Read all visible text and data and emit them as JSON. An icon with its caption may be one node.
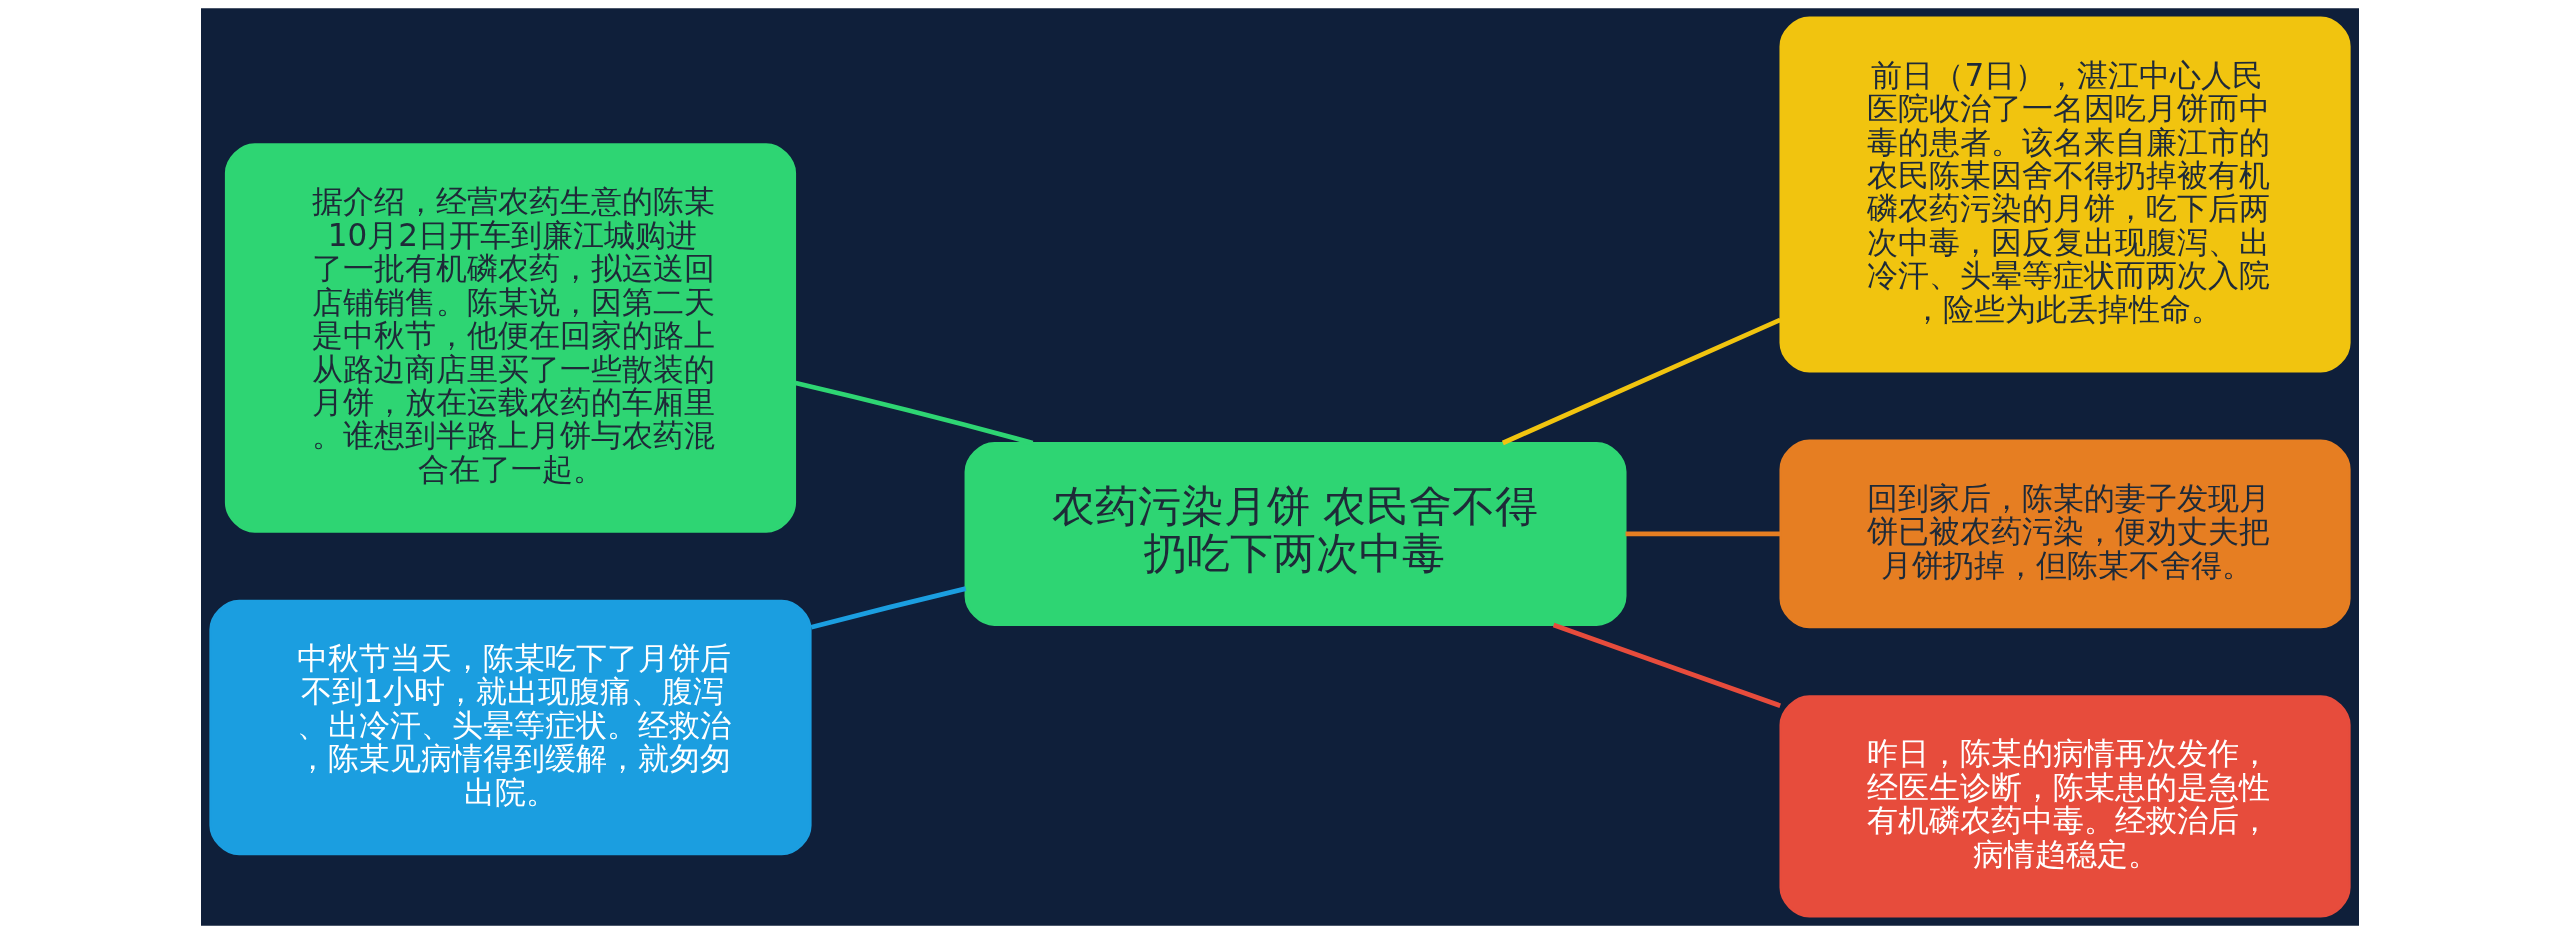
{
  "diagram": {
    "nodes": [
      {
        "text": [
          "农药污染月饼 农民舍不得扔吃下两次中毒"
        ]
      },
      {
        "text": [
          "据介绍，经营农药生意的陈某10月2日开车到廉江城购进了一批有机磷农药，拟运送回店铺销售。陈某说，因第二天是中秋节，他便在回家的路上从路边商店里买了一些散装的月饼，放在运载农药的车厢里。谁想到半路上月饼与农药混合在了一起。"
        ]
      },
      {
        "text": [
          "中秋节当天，陈某吃下了月饼后不到1小时，就出现腹痛、腹泻、出冷汗、头晕等症状。经救治，陈某见病情得到缓解，就匆匆出院。"
        ]
      },
      {
        "text": [
          "前日（7日），湛江中心人民医院收治了一名因吃月饼而中毒的患者。该名来自廉江市的农民陈某因舍不得扔掉被有机磷农药污染的月饼，吃下后两次中毒，因反复出现腹泻、出冷汗、头晕等症状而两次入院，险些为此丢掉性命。"
        ]
      },
      {
        "text": [
          "回到家后，陈某的妻子发现月饼已被农药污染，便劝丈夫把月饼扔掉，但陈某不舍得。"
        ]
      },
      {
        "text": [
          "昨日，陈某的病情再次发作，经医生诊断，陈某患的是急性有机磷农药中毒。经救治后，病情趋稳定。"
        ]
      }
    ],
    "edges": [
      {
        "from": 0,
        "to": 1,
        "arrow": "none",
        "color": "#2ed573"
      },
      {
        "from": 0,
        "to": 2,
        "arrow": "none",
        "color": "#1b9ee0"
      },
      {
        "from": 0,
        "to": 3,
        "arrow": "none",
        "color": "#f1c40f"
      },
      {
        "from": 0,
        "to": 4,
        "arrow": "none",
        "color": "#e67e22"
      },
      {
        "from": 0,
        "to": 5,
        "arrow": "none",
        "color": "#e74c3c"
      }
    ]
  }
}
